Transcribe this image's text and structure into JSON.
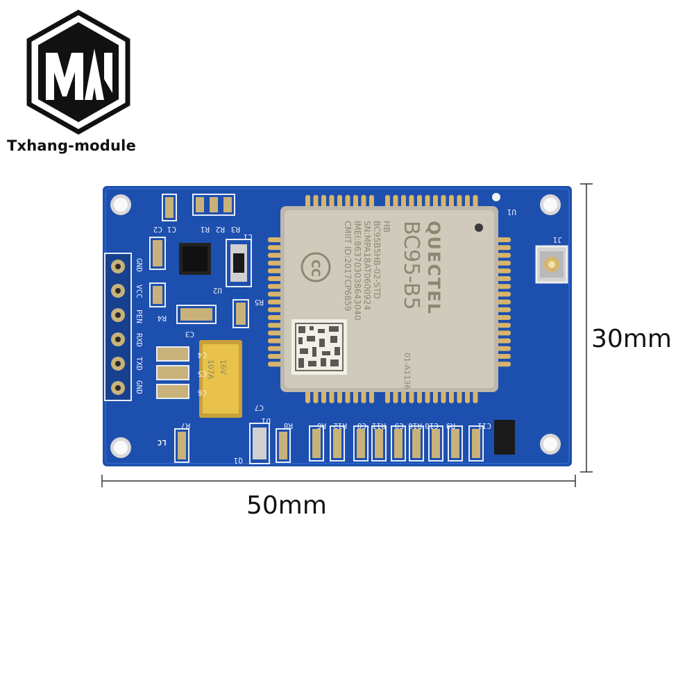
{
  "brand": {
    "logo_letters": "MAN",
    "name": "Txhang-module"
  },
  "dimensions": {
    "width_label": "50mm",
    "height_label": "30mm"
  },
  "board": {
    "color": "#1d4fae",
    "module": {
      "maker": "QUECTEL",
      "model": "BC95-B5",
      "lines": [
        "HB",
        "BC95B5HB-02-STD",
        "SN:MPA18AT0600924",
        "IMEI:863703038643040",
        "CMIIT ID:2017CP6859",
        "01-A1136"
      ]
    },
    "pin_header_labels": [
      "GND",
      "VCC",
      "PEN",
      "RXD",
      "TXD",
      "GND"
    ],
    "top_refs": [
      "C1",
      "C2",
      "R1",
      "R2",
      "R3",
      "L1",
      "U2",
      "R5",
      "R4",
      "C3",
      "C4",
      "C5",
      "C6",
      "C7",
      "U1",
      "J1"
    ],
    "bottom_refs": [
      "R7",
      "D1",
      "R8",
      "R6",
      "R12",
      "C8",
      "R11",
      "C9",
      "R10",
      "C10",
      "R9",
      "C11"
    ],
    "logo_mark": "LC",
    "q1": "Q1",
    "capacitor_text": [
      "107A",
      "16V"
    ]
  }
}
